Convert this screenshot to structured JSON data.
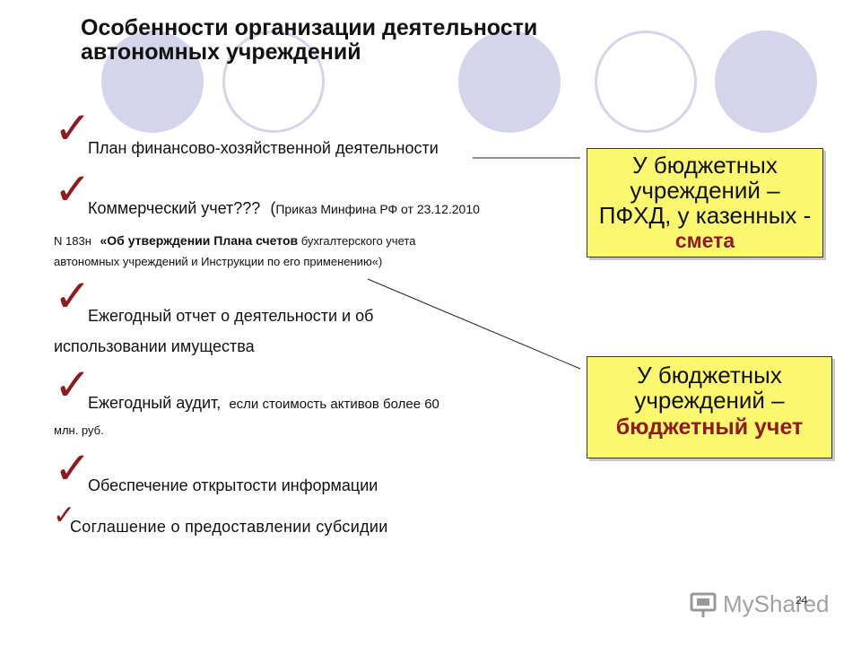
{
  "title": {
    "line1": "Особенности организации деятельности",
    "line2": "автономных учреждений"
  },
  "items": {
    "item1": {
      "text": "План финансово-хозяйственной деятельности"
    },
    "item2": {
      "main": "Коммерческий учет???",
      "paren": "(",
      "detail": "Приказ Минфина РФ от 23.12.2010",
      "line2_prefix": "N 183н",
      "line2_bold": "«Об утверждении Плана счетов",
      "line2_suffix": "бухгалтерского учета",
      "line3": "автономных учреждений и Инструкции по его применению«)"
    },
    "item3": {
      "line1": "Ежегодный отчет о деятельности и об",
      "line2": "использовании имущества"
    },
    "item4": {
      "main": "Ежегодный аудит,",
      "detail": "если стоимость активов более 60",
      "line2": "млн. руб."
    },
    "item5": {
      "text": "Обеспечение открытости информации"
    },
    "item6": {
      "text": "Соглашение о предоставлении субсидии"
    }
  },
  "boxes": {
    "pfhd": {
      "line1": "У бюджетных",
      "line2": "учреждений –",
      "line3": "ПФХД, у казенных -",
      "highlight": "смета"
    },
    "budget": {
      "line1": "У бюджетных",
      "line2": "учреждений –",
      "highlight": "бюджетный учет"
    }
  },
  "check_glyph": "✓",
  "page_number": "24",
  "watermark": {
    "text": "MyShared"
  },
  "colors": {
    "accent": "#8e1b1f",
    "box_fill": "#fbf870",
    "circle": "#d4d4ea"
  }
}
